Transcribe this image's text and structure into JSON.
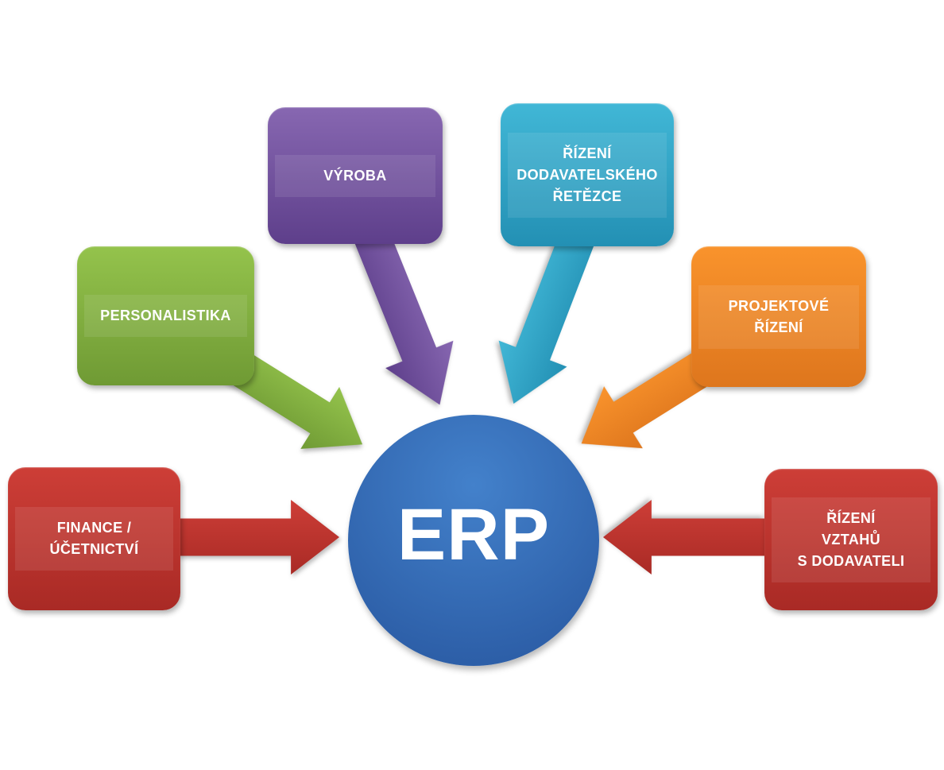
{
  "diagram": {
    "description": "ERP modules diagram",
    "background_color": "#ffffff",
    "center": {
      "id": "erp",
      "label": "ERP",
      "shape": "circle",
      "color_top": "#4381cb",
      "color_bottom": "#2d5fa8",
      "text_color": "#ffffff"
    },
    "nodes": [
      {
        "id": "vyroba",
        "label": "VÝROBA",
        "color_top": "#8767b1",
        "color_bottom": "#5e3f8b",
        "text_color": "#ffffff",
        "arrow": "points down-right to ERP"
      },
      {
        "id": "rizeni-dodavatelskeho-retezce",
        "label": "ŘÍZENÍ\nDODAVATELSKÉHO\nŘETĚZCE",
        "color_top": "#41b7d6",
        "color_bottom": "#2390b4",
        "text_color": "#ffffff",
        "arrow": "points down-left to ERP"
      },
      {
        "id": "personalistika",
        "label": "PERSONALISTIKA",
        "color_top": "#94c34c",
        "color_bottom": "#6f9a34",
        "text_color": "#ffffff",
        "arrow": "points down-right to ERP"
      },
      {
        "id": "projektove-rizeni",
        "label": "PROJEKTOVÉ\nŘÍZENÍ",
        "color_top": "#f9932c",
        "color_bottom": "#de761d",
        "text_color": "#ffffff",
        "arrow": "points down-left to ERP"
      },
      {
        "id": "finance-ucetnictvi",
        "label": "FINANCE /\nÚČETNICTVÍ",
        "color_top": "#cd3e37",
        "color_bottom": "#a92a25",
        "text_color": "#ffffff",
        "arrow": "points right to ERP"
      },
      {
        "id": "rizeni-vztahu-s-dodavateli",
        "label": "ŘÍZENÍ\nVZTAHŮ\nS DODAVATELI",
        "color_top": "#cd3e37",
        "color_bottom": "#a92a25",
        "text_color": "#ffffff",
        "arrow": "points left to ERP"
      }
    ]
  }
}
